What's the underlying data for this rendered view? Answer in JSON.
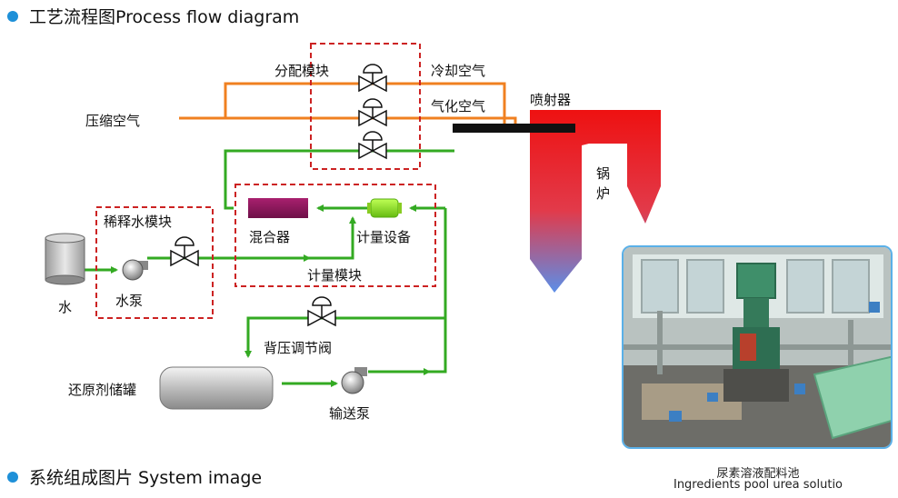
{
  "headings": {
    "process_flow": "工艺流程图Process flow diagram",
    "system_image": "系统组成图片  System image"
  },
  "labels": {
    "distribution_module": "分配模块",
    "cooling_air": "冷却空气",
    "atomizing_air": "气化空气",
    "compressed_air": "压缩空气",
    "injector": "喷射器",
    "boiler": "锅\n炉",
    "dilution_module": "稀释水模块",
    "water": "水",
    "water_pump": "水泵",
    "mixer": "混合器",
    "metering_device": "计量设备",
    "metering_module": "计量模块",
    "back_pressure_valve": "背压调节阀",
    "reductant_tank": "还原剂储罐",
    "transfer_pump": "输送泵"
  },
  "photo": {
    "caption_cn": "尿素溶液配料池",
    "caption_en": "Ingredients pool urea solutio"
  },
  "colors": {
    "air_line": "#f08020",
    "water_line": "#33aa22",
    "module_border": "#cc2222",
    "mixer": "#8a1860",
    "meter": "#88dd22",
    "boiler_top": "#ee1111",
    "boiler_bottom": "#5b8ee8",
    "heading_dot": "#1e90d8"
  }
}
